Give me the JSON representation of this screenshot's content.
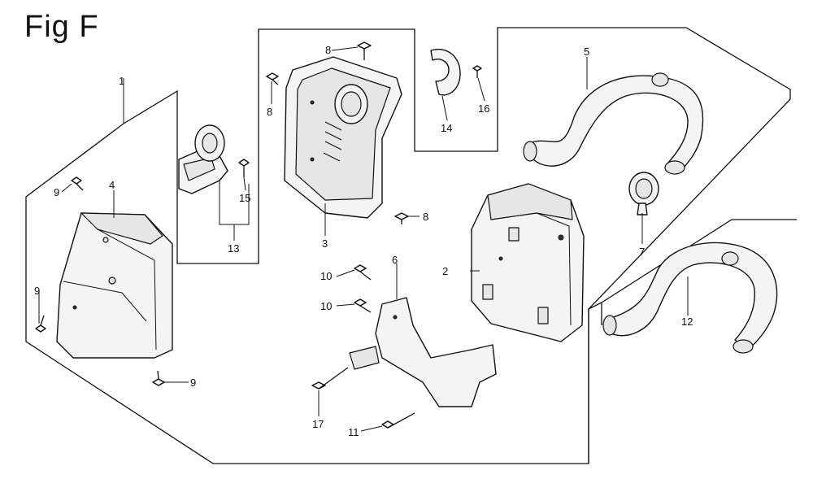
{
  "figure": {
    "title": "Fig F"
  },
  "callouts": [
    {
      "id": "c1",
      "text": "1"
    },
    {
      "id": "c2",
      "text": "2"
    },
    {
      "id": "c3",
      "text": "3"
    },
    {
      "id": "c4",
      "text": "4"
    },
    {
      "id": "c5",
      "text": "5"
    },
    {
      "id": "c6",
      "text": "6"
    },
    {
      "id": "c7",
      "text": "7"
    },
    {
      "id": "c8a",
      "text": "8"
    },
    {
      "id": "c8b",
      "text": "8"
    },
    {
      "id": "c8c",
      "text": "8"
    },
    {
      "id": "c9a",
      "text": "9"
    },
    {
      "id": "c9b",
      "text": "9"
    },
    {
      "id": "c9c",
      "text": "9"
    },
    {
      "id": "c10a",
      "text": "10"
    },
    {
      "id": "c10b",
      "text": "10"
    },
    {
      "id": "c11",
      "text": "11"
    },
    {
      "id": "c12",
      "text": "12"
    },
    {
      "id": "c13",
      "text": "13"
    },
    {
      "id": "c14",
      "text": "14"
    },
    {
      "id": "c15",
      "text": "15"
    },
    {
      "id": "c16",
      "text": "16"
    },
    {
      "id": "c17",
      "text": "17"
    }
  ]
}
